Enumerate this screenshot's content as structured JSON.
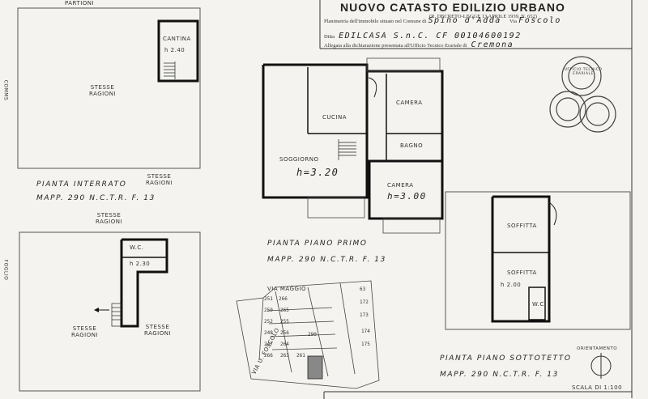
{
  "header": {
    "title": "NUOVO CATASTO EDILIZIO URBANO",
    "law_note": "(R. DECRETO-LEGGE 13 APRILE 1939, N. 652)",
    "line1_prefix": "Planimetria dell'immobile situato nel Comune di",
    "comune": "Spino d'Adda",
    "via_prefix": "Via",
    "via": "Foscolo",
    "ditta_prefix": "Ditta",
    "ditta": "EDILCASA S.n.C. CF 00104600192",
    "allegata": "Allegata alla dichiarazione presentata all'Ufficio Tecnico Erariale di",
    "ufficio": "Cremona"
  },
  "top_strip": {
    "text": "PARTIONI"
  },
  "basement_top": {
    "room_a": "CANTINA",
    "room_a_height": "h 2.40",
    "room_b": "STESSE\nRAGIONI",
    "caption": "PIANTA INTERRATO",
    "mapp": "MAPP. 290 N.C.T.R. F. 13",
    "side_note": "STESSE\nRAGIONI"
  },
  "basement_bottom": {
    "top_note": "STESSE\nRAGIONI",
    "room_a": "W.C.",
    "room_a_height": "h 2.30",
    "bottom_left": "STESSE\nRAGIONI",
    "bottom_right": "STESSE\nRAGIONI"
  },
  "first_floor": {
    "cucina": "CUCINA",
    "camera_top": "CAMERA",
    "bagno": "BAGNO",
    "soggiorno": "SOGGIORNO",
    "soggiorno_height": "h=3.20",
    "camera_bottom": "CAMERA",
    "camera_bottom_height": "h=3.00",
    "caption": "PIANTA PIANO PRIMO",
    "mapp": "MAPP. 290 N.C.T.R. F. 13"
  },
  "attic": {
    "soffitta_top": "SOFFITTA",
    "soffitta_bottom": "SOFFITTA",
    "height": "h 2.00",
    "wc": "W.C.",
    "caption": "PIANTA PIANO SOTTOTETTO",
    "mapp": "MAPP. 290 N.C.T.R. F. 13",
    "orientation": "ORIENTAMENTO",
    "scale": "SCALA DI 1:100"
  },
  "map": {
    "street": "VIA U. FOSCOLO",
    "via_maggio": "VIA MAGGIO",
    "parcels": [
      "251",
      "266",
      "250",
      "265",
      "252",
      "255",
      "248",
      "256",
      "247",
      "264",
      "266",
      "263",
      "261",
      "290",
      "63",
      "172",
      "173",
      "174",
      "175"
    ]
  },
  "stamps": {
    "text": "UFFICIO TECNICO ERARIALE"
  },
  "left_edge": {
    "a": "COMMS",
    "b": "FOGLIO"
  }
}
